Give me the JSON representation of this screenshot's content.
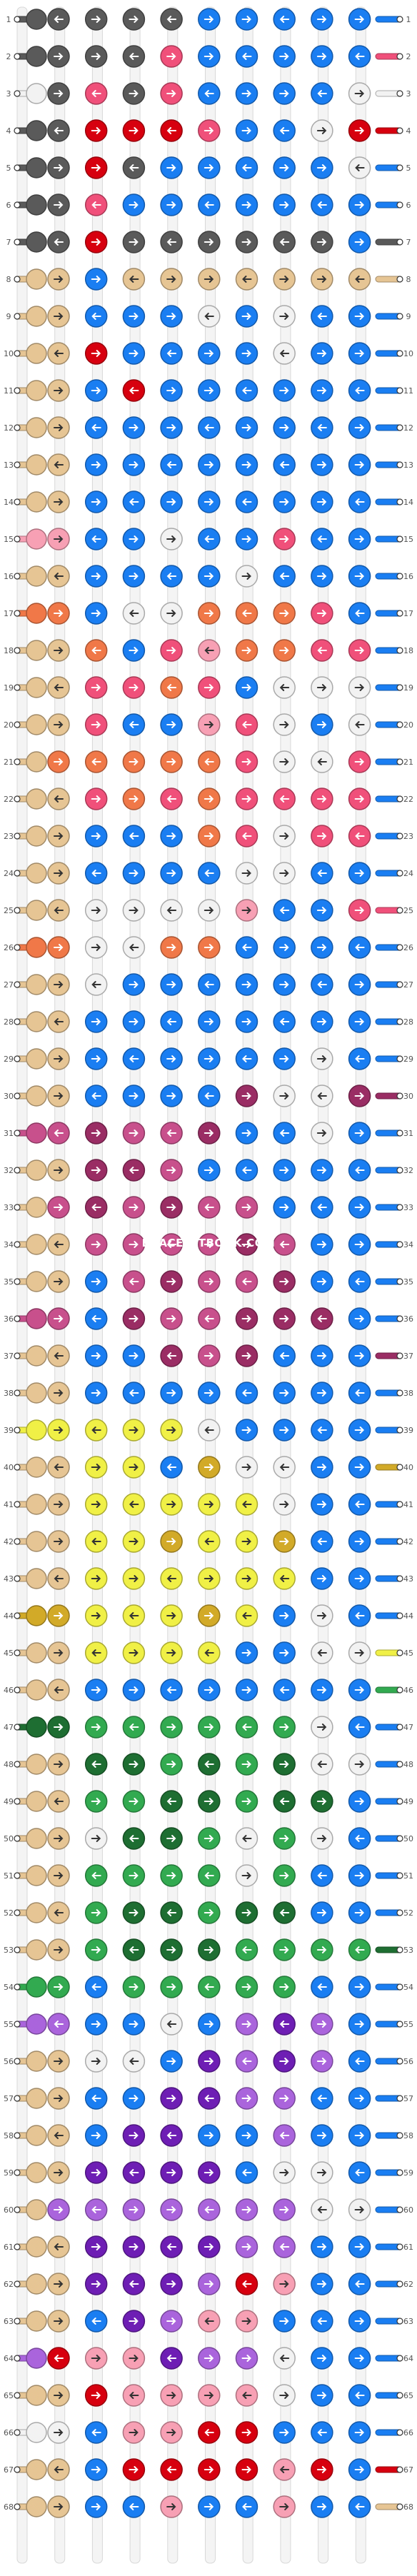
{
  "pattern": {
    "watermark": "BRACELETBOOK.COM",
    "row_numbers": [
      1,
      2,
      3,
      4,
      5,
      6,
      7,
      8,
      9,
      10,
      11,
      12,
      13,
      14,
      15,
      16,
      17,
      18,
      19,
      20,
      21,
      22,
      23,
      24,
      25,
      26,
      27,
      28,
      29,
      30,
      31,
      32,
      33,
      34,
      35,
      36,
      37,
      38,
      39,
      40,
      41,
      42,
      43,
      44,
      45,
      46,
      47,
      48,
      49,
      50,
      51,
      52,
      53,
      54,
      55,
      56,
      57,
      58,
      59,
      60,
      61,
      62,
      63,
      64,
      65,
      66,
      67,
      68
    ],
    "string_count": 10,
    "colors": {
      "tan": "#e6c594",
      "dark_gray": "#5a5a5a",
      "pink": "#f0507a",
      "red": "#d7000f",
      "blue": "#1a7ef2",
      "white": "#f2f2f2",
      "orange": "#f07848",
      "light_pink": "#f7a0b4",
      "magenta": "#9a2d64",
      "rose": "#c8508c",
      "yellow": "#f0f046",
      "gold": "#d2aa28",
      "dark_green": "#1e6e32",
      "green": "#32aa50",
      "purple": "#6e1eb4",
      "lavender": "#aa64dc"
    },
    "left_string_colors": [
      "dark_gray",
      "dark_gray",
      "white",
      "dark_gray",
      "dark_gray",
      "dark_gray",
      "dark_gray",
      "tan",
      "tan",
      "tan",
      "tan",
      "tan",
      "tan",
      "tan",
      "light_pink",
      "tan",
      "orange",
      "tan",
      "tan",
      "tan",
      "tan",
      "tan",
      "tan",
      "tan",
      "tan",
      "orange",
      "tan",
      "tan",
      "tan",
      "tan",
      "rose",
      "tan",
      "tan",
      "tan",
      "tan",
      "rose",
      "tan",
      "tan",
      "yellow",
      "tan",
      "tan",
      "tan",
      "tan",
      "gold",
      "tan",
      "tan",
      "dark_green",
      "tan",
      "tan",
      "tan",
      "tan",
      "tan",
      "tan",
      "green",
      "lavender",
      "tan",
      "tan",
      "tan",
      "tan",
      "tan",
      "tan",
      "tan",
      "tan",
      "lavender",
      "tan",
      "white",
      "tan",
      "tan"
    ],
    "right_string_colors": [
      "blue",
      "pink",
      "white",
      "red",
      "blue",
      "blue",
      "dark_gray",
      "tan",
      "blue",
      "blue",
      "blue",
      "blue",
      "blue",
      "blue",
      "blue",
      "blue",
      "blue",
      "blue",
      "blue",
      "blue",
      "blue",
      "blue",
      "blue",
      "blue",
      "pink",
      "blue",
      "blue",
      "blue",
      "blue",
      "magenta",
      "blue",
      "blue",
      "blue",
      "blue",
      "blue",
      "blue",
      "magenta",
      "blue",
      "blue",
      "gold",
      "blue",
      "blue",
      "blue",
      "blue",
      "yellow",
      "green",
      "blue",
      "blue",
      "blue",
      "blue",
      "blue",
      "blue",
      "dark_green",
      "blue",
      "blue",
      "blue",
      "blue",
      "blue",
      "blue",
      "blue",
      "blue",
      "blue",
      "blue",
      "blue",
      "blue",
      "blue",
      "red",
      "tan"
    ],
    "row_colors": [
      [
        "dark_gray",
        "dark_gray",
        "dark_gray",
        "dark_gray",
        "blue",
        "blue",
        "blue",
        "blue",
        "blue"
      ],
      [
        "dark_gray",
        "dark_gray",
        "dark_gray",
        "pink",
        "blue",
        "blue",
        "blue",
        "blue",
        "blue"
      ],
      [
        "dark_gray",
        "pink",
        "dark_gray",
        "pink",
        "blue",
        "blue",
        "blue",
        "blue",
        "white"
      ],
      [
        "dark_gray",
        "red",
        "red",
        "red",
        "pink",
        "blue",
        "blue",
        "white",
        "red"
      ],
      [
        "dark_gray",
        "red",
        "dark_gray",
        "blue",
        "blue",
        "blue",
        "blue",
        "blue",
        "white"
      ],
      [
        "dark_gray",
        "pink",
        "blue",
        "blue",
        "blue",
        "blue",
        "blue",
        "blue",
        "blue"
      ],
      [
        "dark_gray",
        "red",
        "dark_gray",
        "dark_gray",
        "dark_gray",
        "dark_gray",
        "dark_gray",
        "dark_gray",
        "blue"
      ],
      [
        "tan",
        "blue",
        "tan",
        "tan",
        "tan",
        "tan",
        "tan",
        "tan",
        "tan"
      ],
      [
        "tan",
        "blue",
        "blue",
        "blue",
        "white",
        "blue",
        "white",
        "blue",
        "blue"
      ],
      [
        "tan",
        "red",
        "blue",
        "blue",
        "blue",
        "blue",
        "white",
        "blue",
        "blue"
      ],
      [
        "tan",
        "blue",
        "red",
        "blue",
        "blue",
        "blue",
        "blue",
        "blue",
        "blue"
      ],
      [
        "tan",
        "blue",
        "blue",
        "blue",
        "blue",
        "blue",
        "blue",
        "blue",
        "blue"
      ],
      [
        "tan",
        "blue",
        "blue",
        "blue",
        "blue",
        "blue",
        "blue",
        "blue",
        "blue"
      ],
      [
        "tan",
        "blue",
        "blue",
        "blue",
        "blue",
        "blue",
        "blue",
        "blue",
        "blue"
      ],
      [
        "light_pink",
        "blue",
        "blue",
        "white",
        "blue",
        "blue",
        "pink",
        "blue",
        "blue"
      ],
      [
        "tan",
        "blue",
        "blue",
        "blue",
        "blue",
        "white",
        "blue",
        "blue",
        "blue"
      ],
      [
        "orange",
        "blue",
        "white",
        "white",
        "orange",
        "orange",
        "orange",
        "pink",
        "blue"
      ],
      [
        "tan",
        "orange",
        "blue",
        "pink",
        "light_pink",
        "orange",
        "orange",
        "pink",
        "pink"
      ],
      [
        "tan",
        "pink",
        "pink",
        "orange",
        "pink",
        "blue",
        "white",
        "white",
        "white"
      ],
      [
        "tan",
        "pink",
        "blue",
        "blue",
        "light_pink",
        "pink",
        "white",
        "blue",
        "white"
      ],
      [
        "orange",
        "orange",
        "orange",
        "orange",
        "orange",
        "pink",
        "white",
        "white",
        "pink"
      ],
      [
        "tan",
        "pink",
        "orange",
        "pink",
        "orange",
        "pink",
        "pink",
        "pink",
        "pink"
      ],
      [
        "tan",
        "blue",
        "blue",
        "blue",
        "orange",
        "pink",
        "white",
        "pink",
        "pink"
      ],
      [
        "tan",
        "blue",
        "blue",
        "blue",
        "blue",
        "white",
        "white",
        "blue",
        "blue"
      ],
      [
        "tan",
        "white",
        "white",
        "white",
        "white",
        "light_pink",
        "blue",
        "blue",
        "pink"
      ],
      [
        "orange",
        "white",
        "white",
        "orange",
        "orange",
        "blue",
        "blue",
        "blue",
        "blue"
      ],
      [
        "tan",
        "white",
        "blue",
        "blue",
        "blue",
        "blue",
        "blue",
        "blue",
        "blue"
      ],
      [
        "tan",
        "blue",
        "blue",
        "blue",
        "blue",
        "blue",
        "blue",
        "blue",
        "blue"
      ],
      [
        "tan",
        "blue",
        "blue",
        "blue",
        "blue",
        "blue",
        "blue",
        "white",
        "blue"
      ],
      [
        "tan",
        "blue",
        "blue",
        "blue",
        "blue",
        "magenta",
        "white",
        "white",
        "magenta"
      ],
      [
        "rose",
        "magenta",
        "rose",
        "rose",
        "magenta",
        "blue",
        "blue",
        "white",
        "blue"
      ],
      [
        "tan",
        "magenta",
        "magenta",
        "rose",
        "blue",
        "blue",
        "blue",
        "blue",
        "blue"
      ],
      [
        "rose",
        "magenta",
        "rose",
        "magenta",
        "rose",
        "rose",
        "blue",
        "blue",
        "blue"
      ],
      [
        "tan",
        "rose",
        "rose",
        "rose",
        "rose",
        "magenta",
        "rose",
        "blue",
        "blue"
      ],
      [
        "tan",
        "blue",
        "rose",
        "magenta",
        "rose",
        "rose",
        "magenta",
        "blue",
        "blue"
      ],
      [
        "rose",
        "blue",
        "magenta",
        "rose",
        "rose",
        "magenta",
        "magenta",
        "magenta",
        "blue"
      ],
      [
        "tan",
        "blue",
        "blue",
        "magenta",
        "rose",
        "magenta",
        "blue",
        "blue",
        "blue"
      ],
      [
        "tan",
        "blue",
        "blue",
        "blue",
        "blue",
        "blue",
        "blue",
        "blue",
        "blue"
      ],
      [
        "yellow",
        "yellow",
        "yellow",
        "yellow",
        "white",
        "blue",
        "blue",
        "blue",
        "blue"
      ],
      [
        "tan",
        "yellow",
        "yellow",
        "blue",
        "gold",
        "white",
        "white",
        "blue",
        "blue"
      ],
      [
        "tan",
        "yellow",
        "yellow",
        "yellow",
        "yellow",
        "yellow",
        "white",
        "blue",
        "blue"
      ],
      [
        "tan",
        "yellow",
        "yellow",
        "gold",
        "yellow",
        "yellow",
        "gold",
        "blue",
        "blue"
      ],
      [
        "tan",
        "yellow",
        "yellow",
        "yellow",
        "yellow",
        "yellow",
        "yellow",
        "blue",
        "blue"
      ],
      [
        "gold",
        "yellow",
        "yellow",
        "yellow",
        "gold",
        "yellow",
        "blue",
        "white",
        "blue"
      ],
      [
        "tan",
        "yellow",
        "yellow",
        "yellow",
        "yellow",
        "blue",
        "blue",
        "white",
        "white"
      ],
      [
        "tan",
        "blue",
        "blue",
        "blue",
        "blue",
        "blue",
        "blue",
        "blue",
        "blue"
      ],
      [
        "dark_green",
        "green",
        "green",
        "green",
        "green",
        "green",
        "green",
        "white",
        "blue"
      ],
      [
        "tan",
        "dark_green",
        "dark_green",
        "green",
        "dark_green",
        "green",
        "dark_green",
        "white",
        "white"
      ],
      [
        "tan",
        "green",
        "green",
        "dark_green",
        "dark_green",
        "green",
        "dark_green",
        "dark_green",
        "blue"
      ],
      [
        "tan",
        "white",
        "dark_green",
        "dark_green",
        "green",
        "white",
        "green",
        "white",
        "blue"
      ],
      [
        "tan",
        "green",
        "green",
        "green",
        "green",
        "white",
        "green",
        "blue",
        "blue"
      ],
      [
        "tan",
        "green",
        "dark_green",
        "dark_green",
        "green",
        "dark_green",
        "dark_green",
        "blue",
        "blue"
      ],
      [
        "tan",
        "green",
        "dark_green",
        "dark_green",
        "dark_green",
        "green",
        "green",
        "green",
        "green"
      ],
      [
        "green",
        "blue",
        "green",
        "green",
        "green",
        "green",
        "green",
        "blue",
        "blue"
      ],
      [
        "lavender",
        "blue",
        "blue",
        "white",
        "blue",
        "lavender",
        "purple",
        "lavender",
        "blue"
      ],
      [
        "tan",
        "white",
        "white",
        "blue",
        "purple",
        "lavender",
        "purple",
        "lavender",
        "blue"
      ],
      [
        "tan",
        "blue",
        "blue",
        "purple",
        "purple",
        "lavender",
        "lavender",
        "blue",
        "blue"
      ],
      [
        "tan",
        "blue",
        "purple",
        "purple",
        "blue",
        "blue",
        "lavender",
        "blue",
        "blue"
      ],
      [
        "tan",
        "purple",
        "purple",
        "purple",
        "purple",
        "blue",
        "white",
        "white",
        "blue"
      ],
      [
        "lavender",
        "lavender",
        "lavender",
        "lavender",
        "lavender",
        "lavender",
        "lavender",
        "white",
        "white"
      ],
      [
        "tan",
        "purple",
        "purple",
        "purple",
        "purple",
        "lavender",
        "lavender",
        "blue",
        "blue"
      ],
      [
        "tan",
        "purple",
        "purple",
        "purple",
        "lavender",
        "red",
        "light_pink",
        "blue",
        "blue"
      ],
      [
        "tan",
        "blue",
        "purple",
        "lavender",
        "light_pink",
        "light_pink",
        "blue",
        "blue",
        "blue"
      ],
      [
        "red",
        "light_pink",
        "light_pink",
        "purple",
        "lavender",
        "lavender",
        "white",
        "blue",
        "blue"
      ],
      [
        "tan",
        "red",
        "light_pink",
        "light_pink",
        "light_pink",
        "light_pink",
        "white",
        "blue",
        "blue"
      ],
      [
        "white",
        "blue",
        "light_pink",
        "light_pink",
        "red",
        "red",
        "blue",
        "blue",
        "blue"
      ],
      [
        "tan",
        "blue",
        "red",
        "red",
        "red",
        "red",
        "light_pink",
        "red",
        "blue"
      ],
      [
        "tan",
        "blue",
        "blue",
        "light_pink",
        "blue",
        "blue",
        "light_pink",
        "blue",
        "blue"
      ]
    ]
  }
}
